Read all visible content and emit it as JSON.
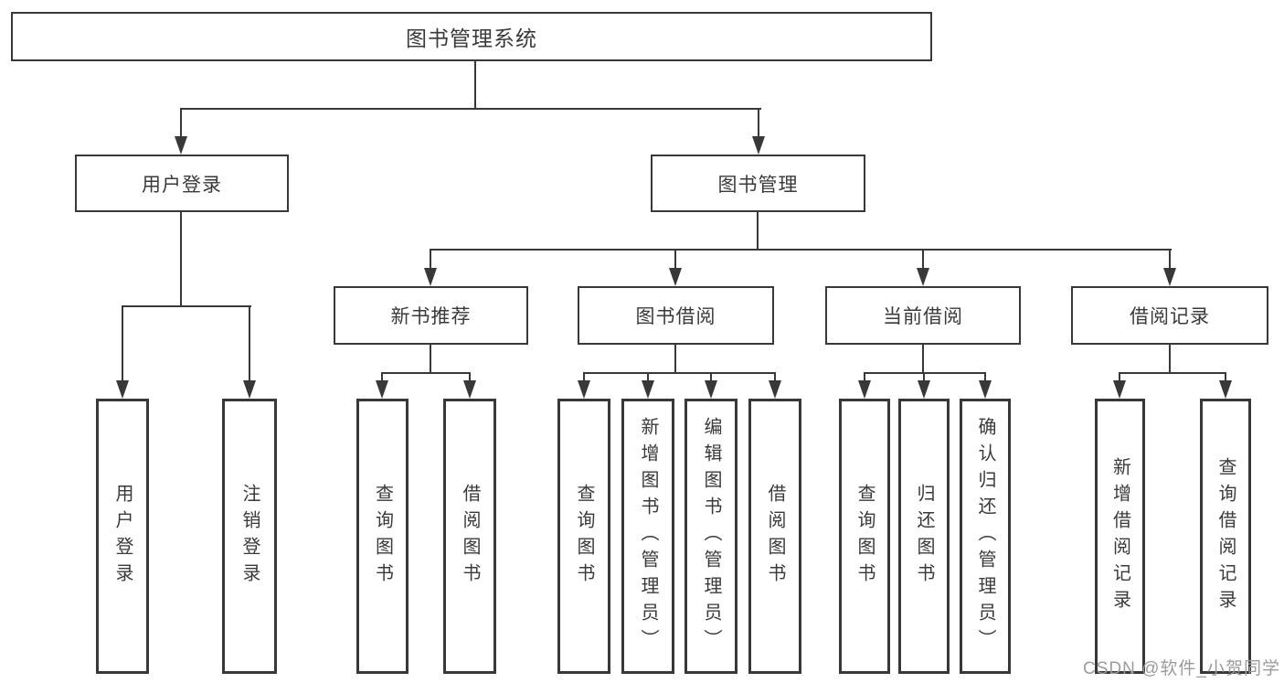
{
  "title": "图书管理系统",
  "nodes": {
    "root": "图书管理系统",
    "level2": {
      "user_login": "用户登录",
      "book_management": "图书管理"
    },
    "level3": {
      "new_books": "新书推荐",
      "book_borrowing": "图书借阅",
      "current_borrowing": "当前借阅",
      "borrowing_records": "借阅记录"
    },
    "leaves": {
      "user_login": [
        "用户登录",
        "注销登录"
      ],
      "new_books": [
        "查询图书",
        "借阅图书"
      ],
      "book_borrowing": [
        "查询图书",
        "新增图书（管理员）",
        "编辑图书（管理员）",
        "借阅图书"
      ],
      "current_borrowing": [
        "查询图书",
        "归还图书",
        "确认归还（管理员）"
      ],
      "borrowing_records": [
        "新增借阅记录",
        "查询借阅记录"
      ]
    }
  },
  "watermark": "CSDN @软件_小贺同学",
  "colors": {
    "line": "#383838",
    "text": "#3a3a3a",
    "watermark": "#9b9b9b",
    "background": "#ffffff"
  }
}
